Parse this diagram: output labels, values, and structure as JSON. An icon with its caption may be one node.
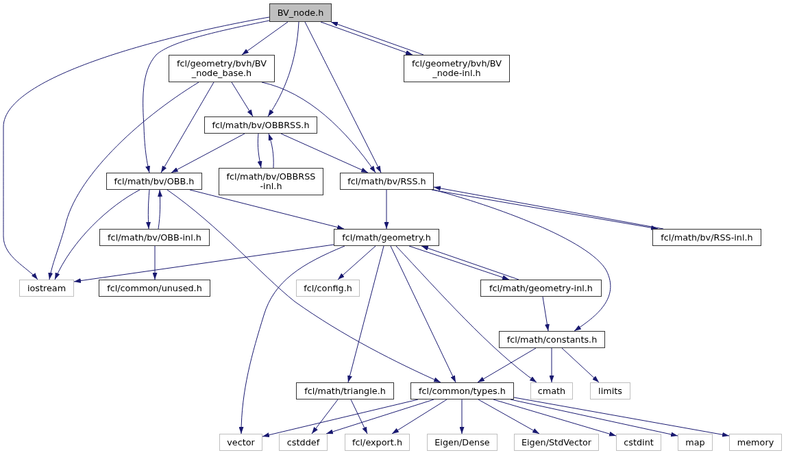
{
  "diagram": {
    "nodes": [
      {
        "text": [
          "BV_node.h"
        ]
      },
      {
        "text": [
          "fcl/geometry/bvh/BV _node_base.h"
        ]
      },
      {
        "text": [
          "fcl/geometry/bvh/BV _node-inl.h"
        ]
      },
      {
        "text": [
          "fcl/math/bv/OBBRSS.h"
        ]
      },
      {
        "text": [
          "fcl/math/bv/OBB.h"
        ]
      },
      {
        "text": [
          "fcl/math/bv/OBBRSS -inl.h"
        ]
      },
      {
        "text": [
          "fcl/math/bv/RSS.h"
        ]
      },
      {
        "text": [
          "fcl/math/bv/OBB-inl.h"
        ]
      },
      {
        "text": [
          "fcl/math/geometry.h"
        ]
      },
      {
        "text": [
          "fcl/math/bv/RSS-inl.h"
        ]
      },
      {
        "text": [
          "iostream"
        ]
      },
      {
        "text": [
          "fcl/common/unused.h"
        ]
      },
      {
        "text": [
          "fcl/config.h"
        ]
      },
      {
        "text": [
          "fcl/math/geometry-inl.h"
        ]
      },
      {
        "text": [
          "fcl/math/constants.h"
        ]
      },
      {
        "text": [
          "fcl/math/triangle.h"
        ]
      },
      {
        "text": [
          "fcl/common/types.h"
        ]
      },
      {
        "text": [
          "cmath"
        ]
      },
      {
        "text": [
          "limits"
        ]
      },
      {
        "text": [
          "vector"
        ]
      },
      {
        "text": [
          "cstddef"
        ]
      },
      {
        "text": [
          "fcl/export.h"
        ]
      },
      {
        "text": [
          "Eigen/Dense"
        ]
      },
      {
        "text": [
          "Eigen/StdVector"
        ]
      },
      {
        "text": [
          "cstdint"
        ]
      },
      {
        "text": [
          "map"
        ]
      },
      {
        "text": [
          "memory"
        ]
      }
    ],
    "edges": [
      {
        "from": 0,
        "to": 10,
        "arrow": "to"
      },
      {
        "from": 0,
        "to": 4,
        "arrow": "to"
      },
      {
        "from": 0,
        "to": 1,
        "arrow": "to"
      },
      {
        "from": 0,
        "to": 3,
        "arrow": "to"
      },
      {
        "from": 0,
        "to": 6,
        "arrow": "to"
      },
      {
        "from": 0,
        "to": 2,
        "arrow": "to"
      },
      {
        "from": 2,
        "to": 0,
        "arrow": "to"
      },
      {
        "from": 1,
        "to": 10,
        "arrow": "to"
      },
      {
        "from": 1,
        "to": 4,
        "arrow": "to"
      },
      {
        "from": 1,
        "to": 3,
        "arrow": "to"
      },
      {
        "from": 1,
        "to": 6,
        "arrow": "to"
      },
      {
        "from": 3,
        "to": 4,
        "arrow": "to"
      },
      {
        "from": 3,
        "to": 5,
        "arrow": "to"
      },
      {
        "from": 5,
        "to": 3,
        "arrow": "to"
      },
      {
        "from": 3,
        "to": 6,
        "arrow": "to"
      },
      {
        "from": 4,
        "to": 10,
        "arrow": "to"
      },
      {
        "from": 4,
        "to": 7,
        "arrow": "to"
      },
      {
        "from": 7,
        "to": 4,
        "arrow": "to"
      },
      {
        "from": 4,
        "to": 8,
        "arrow": "to"
      },
      {
        "from": 4,
        "to": 16,
        "arrow": "to"
      },
      {
        "from": 6,
        "to": 8,
        "arrow": "to"
      },
      {
        "from": 6,
        "to": 9,
        "arrow": "to"
      },
      {
        "from": 9,
        "to": 6,
        "arrow": "to"
      },
      {
        "from": 6,
        "to": 14,
        "arrow": "to"
      },
      {
        "from": 7,
        "to": 11,
        "arrow": "to"
      },
      {
        "from": 8,
        "to": 10,
        "arrow": "to"
      },
      {
        "from": 8,
        "to": 12,
        "arrow": "to"
      },
      {
        "from": 8,
        "to": 19,
        "arrow": "to"
      },
      {
        "from": 8,
        "to": 15,
        "arrow": "to"
      },
      {
        "from": 8,
        "to": 16,
        "arrow": "to"
      },
      {
        "from": 8,
        "to": 17,
        "arrow": "to"
      },
      {
        "from": 8,
        "to": 13,
        "arrow": "to"
      },
      {
        "from": 13,
        "to": 8,
        "arrow": "to"
      },
      {
        "from": 13,
        "to": 14,
        "arrow": "to"
      },
      {
        "from": 14,
        "to": 16,
        "arrow": "to"
      },
      {
        "from": 14,
        "to": 17,
        "arrow": "to"
      },
      {
        "from": 14,
        "to": 18,
        "arrow": "to"
      },
      {
        "from": 15,
        "to": 20,
        "arrow": "to"
      },
      {
        "from": 15,
        "to": 21,
        "arrow": "to"
      },
      {
        "from": 16,
        "to": 19,
        "arrow": "to"
      },
      {
        "from": 16,
        "to": 20,
        "arrow": "to"
      },
      {
        "from": 16,
        "to": 21,
        "arrow": "to"
      },
      {
        "from": 16,
        "to": 22,
        "arrow": "to"
      },
      {
        "from": 16,
        "to": 23,
        "arrow": "to"
      },
      {
        "from": 16,
        "to": 24,
        "arrow": "to"
      },
      {
        "from": 16,
        "to": 25,
        "arrow": "to"
      },
      {
        "from": 16,
        "to": 26,
        "arrow": "to"
      }
    ]
  }
}
